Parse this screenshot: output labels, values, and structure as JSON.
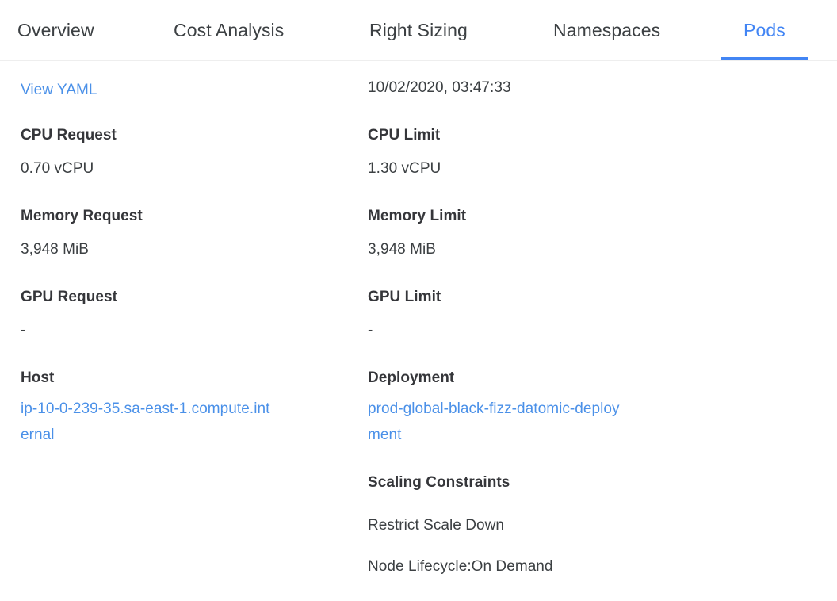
{
  "tabs": [
    {
      "id": "overview",
      "label": "Overview",
      "active": false
    },
    {
      "id": "cost-analysis",
      "label": "Cost Analysis",
      "active": false
    },
    {
      "id": "right-sizing",
      "label": "Right Sizing",
      "active": false
    },
    {
      "id": "namespaces",
      "label": "Namespaces",
      "active": false
    },
    {
      "id": "pods",
      "label": "Pods",
      "active": true
    }
  ],
  "colors": {
    "accent": "#4285f4",
    "link": "#4a90e8",
    "text": "#3c4043",
    "label": "#35363a",
    "divider": "#eeeeee"
  },
  "left_column": {
    "view_yaml_link": "View YAML",
    "cpu_request_label": "CPU Request",
    "cpu_request_value": "0.70 vCPU",
    "memory_request_label": "Memory Request",
    "memory_request_value": "3,948 MiB",
    "gpu_request_label": "GPU Request",
    "gpu_request_value": "-",
    "host_label": "Host",
    "host_value": "ip-10-0-239-35.sa-east-1.compute.internal"
  },
  "right_column": {
    "timestamp": "10/02/2020, 03:47:33",
    "cpu_limit_label": "CPU Limit",
    "cpu_limit_value": "1.30 vCPU",
    "memory_limit_label": "Memory Limit",
    "memory_limit_value": "3,948 MiB",
    "gpu_limit_label": "GPU Limit",
    "gpu_limit_value": "-",
    "deployment_label": "Deployment",
    "deployment_value": "prod-global-black-fizz-datomic-deployment",
    "scaling_constraints_label": "Scaling Constraints",
    "scaling_constraints": [
      "Restrict Scale Down",
      "Node Lifecycle:On Demand"
    ]
  }
}
